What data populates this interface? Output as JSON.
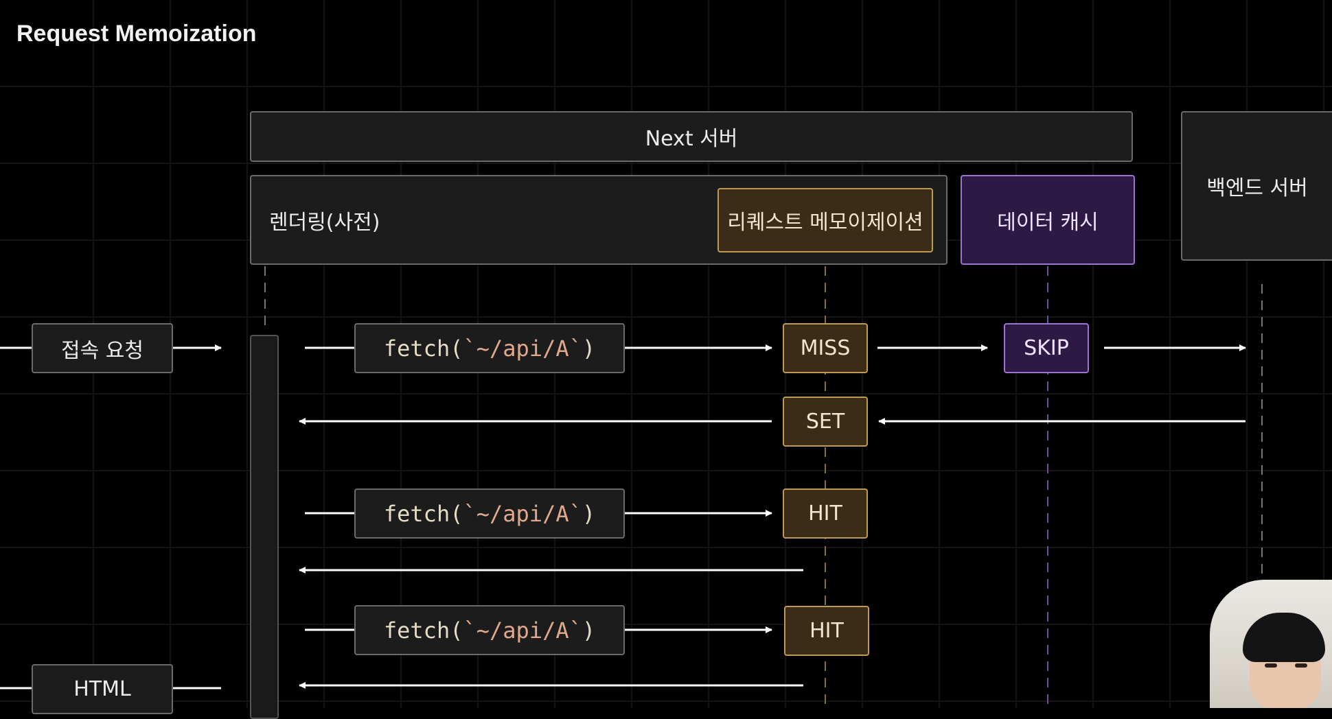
{
  "title": "Request Memoization",
  "next_server_label": "Next 서버",
  "rendering_label": "렌더링(사전)",
  "request_memo_label": "리퀘스트 메모이제이션",
  "data_cache_label": "데이터 캐시",
  "backend_label": "백엔드 서버",
  "client_request_label": "접속 요청",
  "html_label": "HTML",
  "fetch_prefix": "fetch(",
  "fetch_arg": "`~/api/A`",
  "fetch_suffix": ")",
  "memo_states": {
    "miss": "MISS",
    "set": "SET",
    "hit1": "HIT",
    "hit2": "HIT"
  },
  "cache_state": "SKIP",
  "colors": {
    "background": "#000000",
    "neutral_border": "#6b6b6b",
    "memo_border": "#c09a52",
    "cache_border": "#9f72d6",
    "arrow": "#ffffff"
  }
}
